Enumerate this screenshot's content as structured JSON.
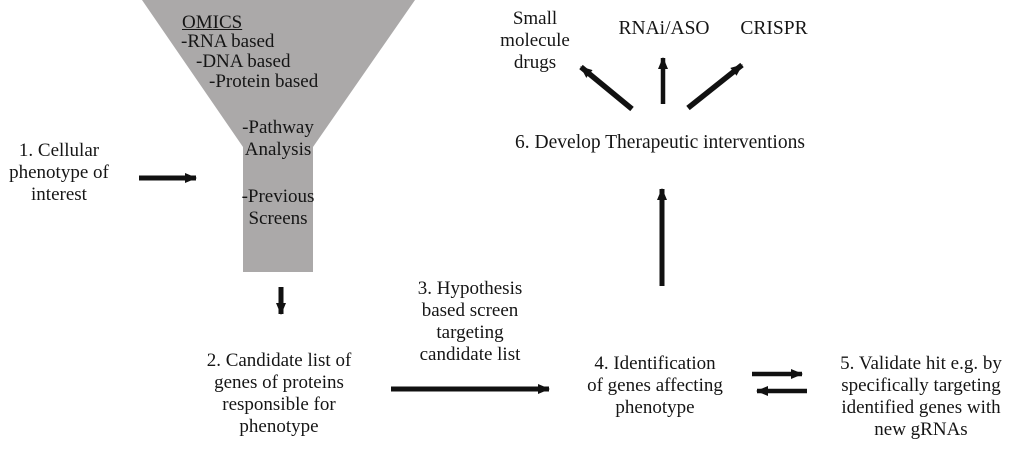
{
  "colors": {
    "funnel_fill": "#aba9a9",
    "arrow": "#111111",
    "text": "#151515",
    "background": "#ffffff"
  },
  "funnel": {
    "title": "OMICS",
    "layers": [
      "-RNA based",
      "-DNA based",
      "-Protein based"
    ],
    "stem_block1": {
      "lines": [
        "-Pathway",
        "Analysis"
      ]
    },
    "stem_block2": {
      "lines": [
        "-Previous",
        "Screens"
      ]
    }
  },
  "steps": {
    "step1": {
      "lines": [
        "1. Cellular",
        "phenotype of",
        "interest"
      ]
    },
    "step2": {
      "lines": [
        "2. Candidate list of",
        "genes of proteins",
        "responsible for",
        "phenotype"
      ]
    },
    "step3": {
      "lines": [
        "3. Hypothesis",
        "based screen",
        "targeting",
        "candidate list"
      ]
    },
    "step4": {
      "lines": [
        "4. Identification",
        "of genes affecting",
        "phenotype"
      ]
    },
    "step5": {
      "lines": [
        "5. Validate hit e.g. by",
        "specifically targeting",
        "identified genes with",
        "new gRNAs"
      ]
    },
    "step6": {
      "label": "6. Develop Therapeutic interventions"
    }
  },
  "therapies": {
    "small_molecule": {
      "lines": [
        "Small",
        "molecule",
        "drugs"
      ]
    },
    "rnai_aso": {
      "label": "RNAi/ASO"
    },
    "crispr": {
      "label": "CRISPR"
    }
  }
}
